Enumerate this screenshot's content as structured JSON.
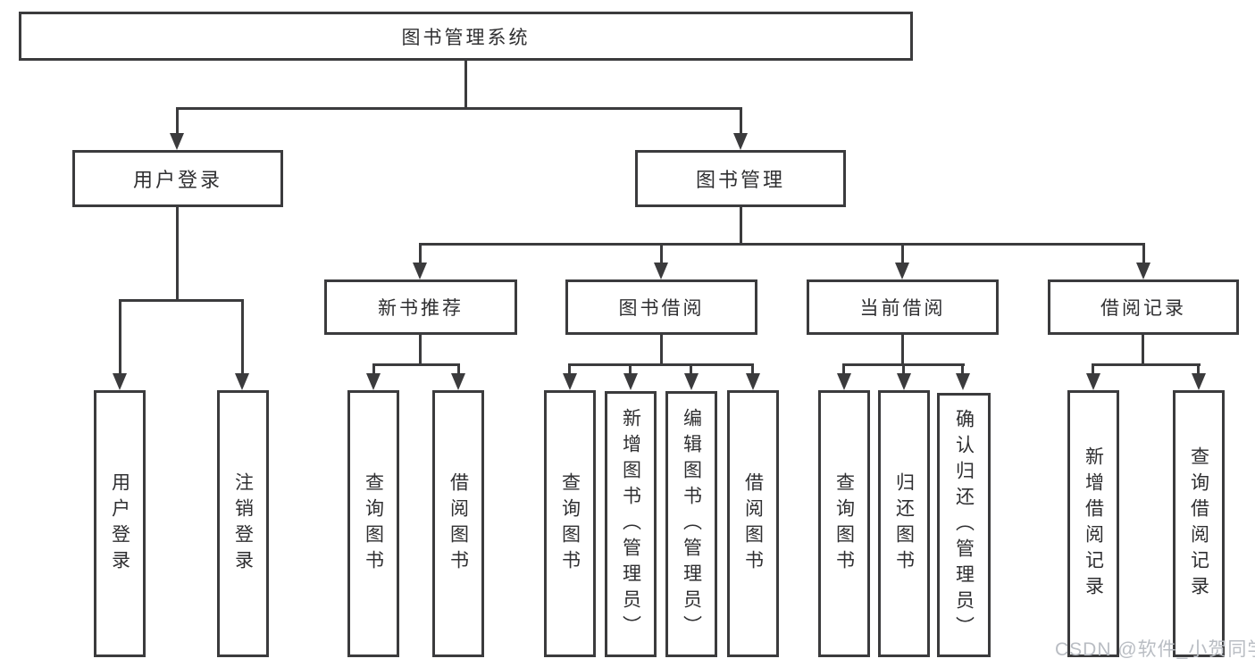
{
  "colors": {
    "line": "#3b3b3d",
    "text": "#2f2f31",
    "background": "#ffffff",
    "watermark": "#b9bdc3"
  },
  "watermark": "CSDN @软件_小贺同学",
  "tree": {
    "label": "图书管理系统",
    "children": [
      {
        "label": "用户登录",
        "children": [
          {
            "label": "用户登录"
          },
          {
            "label": "注销登录"
          }
        ]
      },
      {
        "label": "图书管理",
        "children": [
          {
            "label": "新书推荐",
            "children": [
              {
                "label": "查询图书"
              },
              {
                "label": "借阅图书"
              }
            ]
          },
          {
            "label": "图书借阅",
            "children": [
              {
                "label": "查询图书"
              },
              {
                "label": "新增图书（管理员）"
              },
              {
                "label": "编辑图书（管理员）"
              },
              {
                "label": "借阅图书"
              }
            ]
          },
          {
            "label": "当前借阅",
            "children": [
              {
                "label": "查询图书"
              },
              {
                "label": "归还图书"
              },
              {
                "label": "确认归还（管理员）"
              }
            ]
          },
          {
            "label": "借阅记录",
            "children": [
              {
                "label": "新增借阅记录"
              },
              {
                "label": "查询借阅记录"
              }
            ]
          }
        ]
      }
    ]
  }
}
